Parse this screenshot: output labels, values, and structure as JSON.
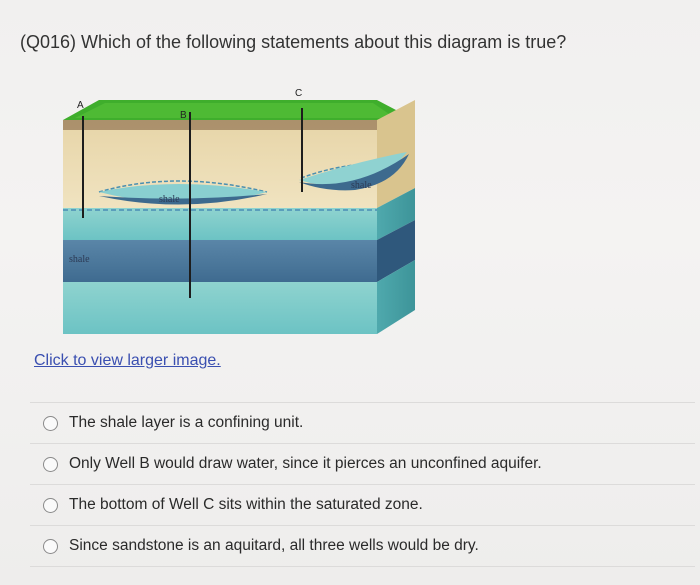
{
  "question": {
    "text": "(Q016) Which of the following statements about this diagram is true?"
  },
  "diagram": {
    "well_labels": [
      "A",
      "B",
      "C"
    ],
    "layer_labels": {
      "shale_lens_center": "shale",
      "shale_lens_right": "shale",
      "shale_layer": "shale"
    }
  },
  "link": {
    "text": "Click to view larger image."
  },
  "options": [
    {
      "text": "The shale layer is a confining unit."
    },
    {
      "text": "Only Well B would draw water, since it pierces an unconfined aquifer."
    },
    {
      "text": "The bottom of Well C sits within the saturated zone."
    },
    {
      "text": "Since sandstone is an aquitard, all three wells would be dry."
    }
  ]
}
